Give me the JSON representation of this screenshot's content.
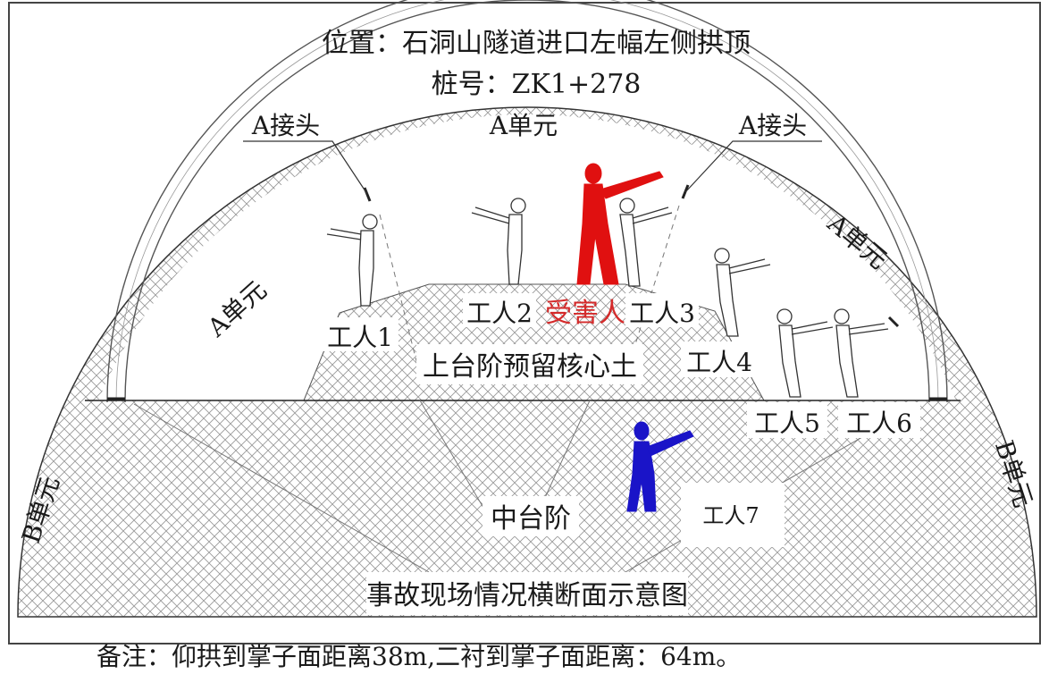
{
  "header": {
    "location": "位置：石洞山隧道进口左幅左侧拱顶",
    "station": "桩号：ZK1+278"
  },
  "units": {
    "a_joint_left": "A接头",
    "a_joint_right": "A接头",
    "a_unit_top": "A单元",
    "a_unit_left": "A单元",
    "a_unit_right": "A单元",
    "b_unit_left": "B单元",
    "b_unit_right": "B单元"
  },
  "zones": {
    "upper_bench": "上台阶预留核心土",
    "middle_bench": "中台阶",
    "caption": "事故现场情况横断面示意图"
  },
  "workers": {
    "w1": "工人1",
    "w2": "工人2",
    "victim": "受害人",
    "w3": "工人3",
    "w4": "工人4",
    "w5": "工人5",
    "w6": "工人6",
    "w7": "工人7"
  },
  "colors": {
    "victim": "#e01010",
    "worker7": "#1a14c8",
    "lines": "#2a2a2a"
  },
  "note": "备注：仰拱到掌子面距离38m,二衬到掌子面距离：64m。"
}
